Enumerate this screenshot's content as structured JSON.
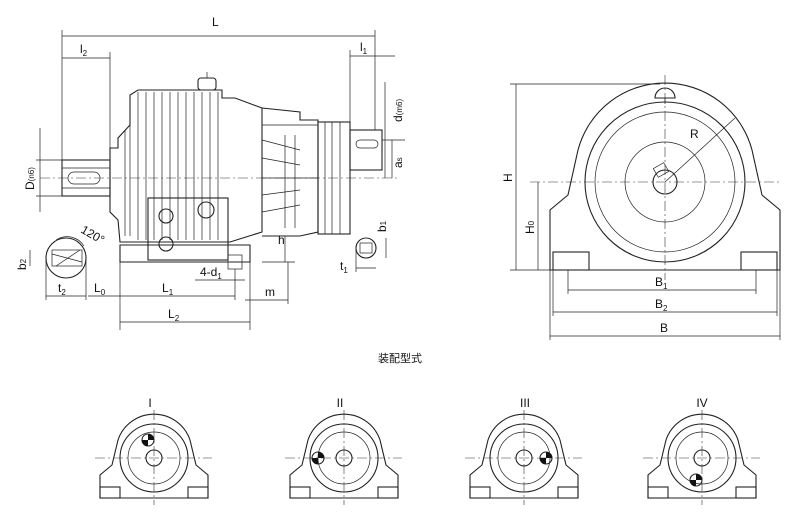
{
  "labels": {
    "L": "L",
    "l2": "l",
    "l2_sub": "2",
    "l1": "l",
    "l1_sub": "1",
    "d_m6": "d",
    "d_m6_sub": "(m6)",
    "D_n6": "D",
    "D_n6_sub": "(n6)",
    "as": "a",
    "as_sub": "s",
    "b1": "b",
    "b1_sub": "1",
    "t1": "t",
    "t1_sub": "1",
    "h": "h",
    "angle": "120°",
    "b2": "b",
    "b2_sub": "2",
    "t2": "t",
    "t2_sub": "2",
    "L0": "L",
    "L0_sub": "0",
    "L1": "L",
    "L1_sub": "1",
    "L2": "L",
    "L2_sub": "2",
    "fourd1": "4-d",
    "fourd1_sub": "1",
    "m": "m",
    "H": "H",
    "H0": "H",
    "H0_sub": "0",
    "R": "R",
    "B1": "B",
    "B1_sub": "1",
    "B2": "B",
    "B2_sub": "2",
    "B": "B"
  },
  "section_title": "装配型式",
  "mount_types": [
    "I",
    "II",
    "III",
    "IV"
  ]
}
